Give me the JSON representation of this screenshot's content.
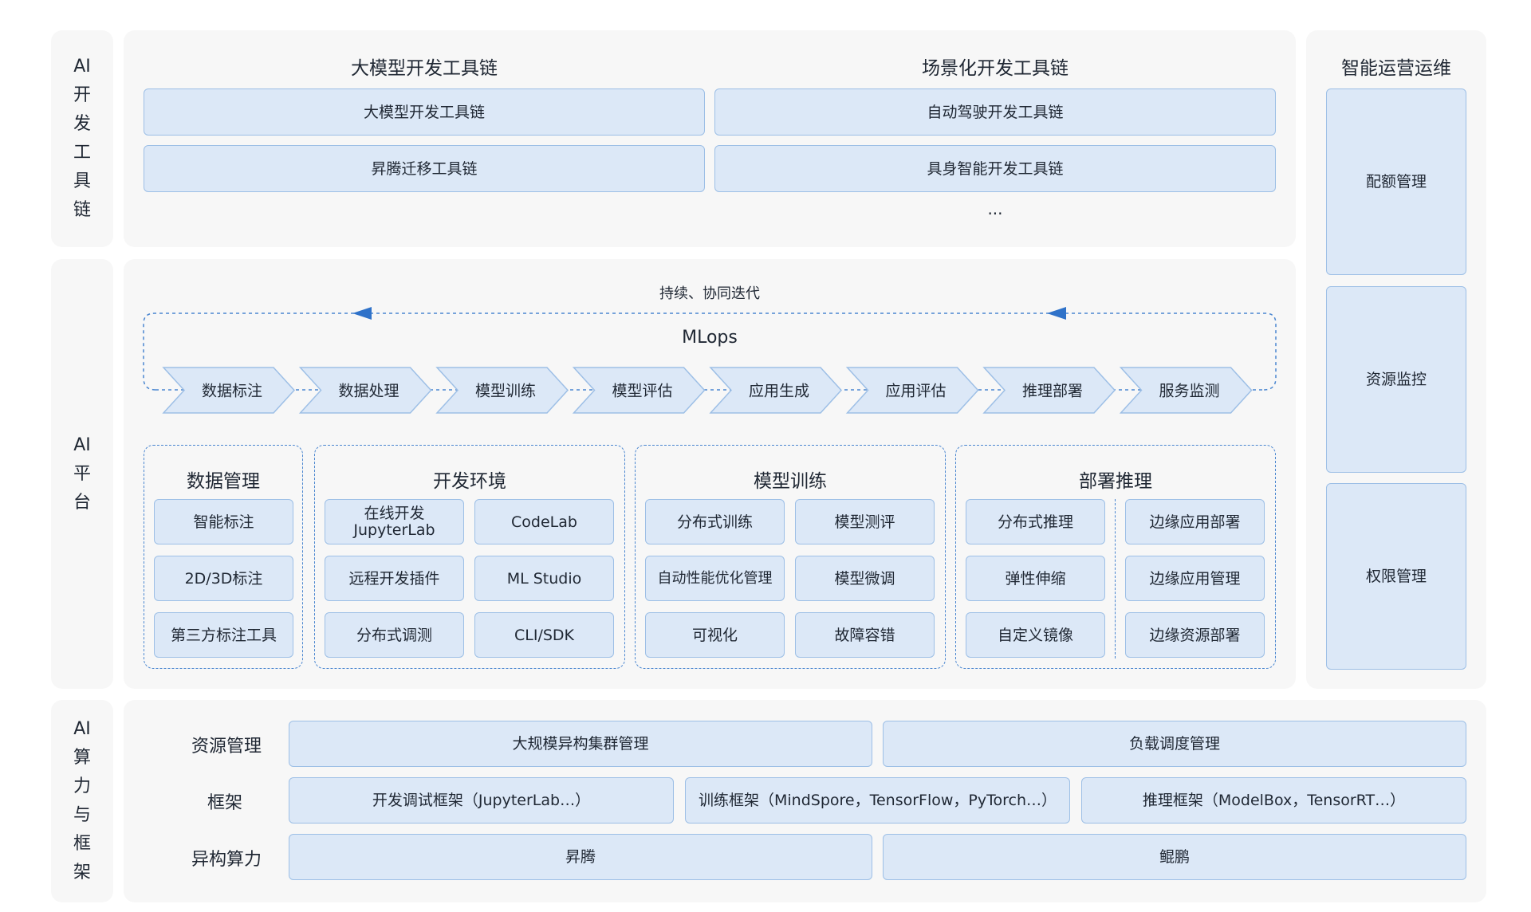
{
  "devtools": {
    "side_label": "AI开发工具链",
    "llm_title": "大模型开发工具链",
    "scene_title": "场景化开发工具链",
    "boxes": [
      "大模型开发工具链",
      "自动驾驶开发工具链",
      "昇腾迁移工具链",
      "具身智能开发工具链"
    ],
    "ellipsis": "···"
  },
  "ops": {
    "title": "智能运营运维",
    "items": [
      "配额管理",
      "资源监控",
      "权限管理"
    ]
  },
  "platform": {
    "side_label": "AI平台",
    "iteration_caption": "持续、协同迭代",
    "mlops_title": "MLops",
    "pipeline": [
      "数据标注",
      "数据处理",
      "模型训练",
      "模型评估",
      "应用生成",
      "应用评估",
      "推理部署",
      "服务监测"
    ],
    "groups": [
      {
        "title": "数据管理",
        "items": [
          "智能标注",
          "2D/3D标注",
          "第三方标注工具"
        ]
      },
      {
        "title": "开发环境",
        "items": [
          "在线开发\nJupyterLab",
          "CodeLab",
          "远程开发插件",
          "ML Studio",
          "分布式调测",
          "CLI/SDK"
        ]
      },
      {
        "title": "模型训练",
        "items": [
          "分布式训练",
          "模型测评",
          "自动性能优化管理",
          "模型微调",
          "可视化",
          "故障容错"
        ]
      },
      {
        "title": "部署推理",
        "items": [
          "分布式推理",
          "边缘应用部署",
          "弹性伸缩",
          "边缘应用管理",
          "自定义镜像",
          "边缘资源部署"
        ]
      }
    ]
  },
  "compute": {
    "side_label": "AI算力与框架",
    "rows": [
      {
        "label": "资源管理",
        "items": [
          "大规模异构集群管理",
          "负载调度管理"
        ]
      },
      {
        "label": "框架",
        "items": [
          "开发调试框架（JupyterLab…）",
          "训练框架（MindSpore，TensorFlow，PyTorch…）",
          "推理框架（ModelBox，TensorRT…）"
        ]
      },
      {
        "label": "异构算力",
        "items": [
          "昇腾",
          "鲲鹏"
        ]
      }
    ]
  },
  "colors": {
    "box_fill": "#dce8f7",
    "box_border": "#9dbfe6",
    "dashed": "#4a86d0",
    "arrow": "#2f72c9",
    "panel": "#f7f7f7"
  }
}
